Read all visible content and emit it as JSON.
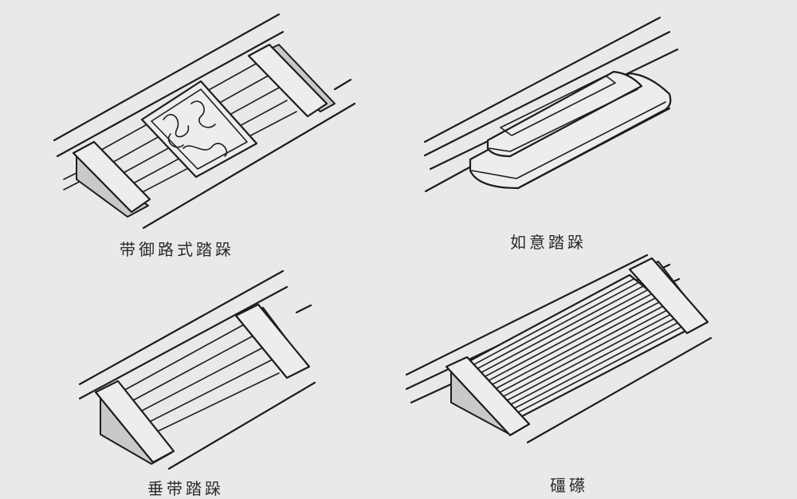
{
  "diagrams": [
    {
      "caption": "带御路式踏跺"
    },
    {
      "caption": "如意踏跺"
    },
    {
      "caption": "垂带踏跺"
    },
    {
      "caption": "礓礤"
    }
  ],
  "colors": {
    "ink": "#1d1d1d",
    "paper": "#e9e9e9"
  }
}
